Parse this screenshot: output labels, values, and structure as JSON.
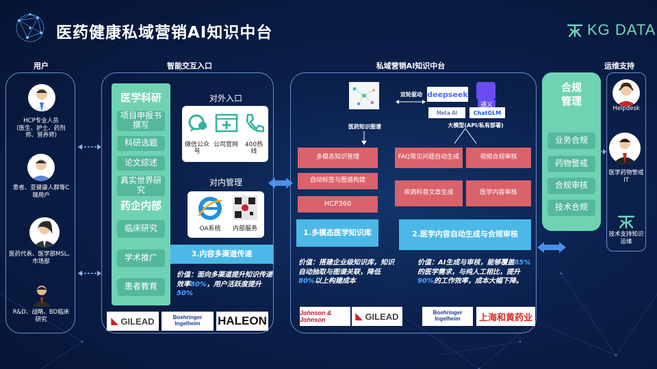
{
  "title": "医药健康私域营销AI知识中台",
  "logo": {
    "text": "KG DATA"
  },
  "sections": {
    "users": "用户",
    "interaction": "智能交互入口",
    "platform": "私域营销AI知识中台",
    "ops": "运维支持"
  },
  "users": [
    {
      "label": "HCP专业人员\n(医生、护士、药剂师、营养师)"
    },
    {
      "label": "患者、亚健康人群等C端用户"
    },
    {
      "label": "医药代表、医学部MSL、市场部"
    },
    {
      "label": "R&D、战略、BD临床研究"
    }
  ],
  "research": {
    "head": "医学科研",
    "items": [
      "项目申报书撰写",
      "科研选题",
      "论文综述",
      "真实世界研究"
    ]
  },
  "pharma": {
    "head": "药企内部",
    "items": [
      "临床研究",
      "学术推广",
      "患者教育"
    ]
  },
  "external": {
    "title": "对外入口",
    "items": [
      "微信公众号",
      "公司官网",
      "400热线"
    ]
  },
  "internal": {
    "title": "对内管理",
    "items": [
      "OA系统",
      "内部服务"
    ]
  },
  "channel_box": "3.内容多渠道传递",
  "channel_value": {
    "pre": "价值：面向多渠道提升知识传递效率",
    "pct1": "80%",
    "mid": "，用户活跃度提升",
    "pct2": "50%"
  },
  "left_brands": [
    "GILEAD",
    "Boehringer Ingelheim",
    "HALEON"
  ],
  "kg": {
    "label": "医药知识图谱",
    "drive": "双轮驱动",
    "models": [
      "deepseek",
      "通义",
      "Meta AI",
      "ChatGLM"
    ],
    "model_label": "大模型(API/私有部署)"
  },
  "red_left": [
    "多模态知识管理",
    "自动标签与图谱构建",
    "HCP360"
  ],
  "red_right": [
    "FAQ常见问题自动生成",
    "视频合规审核",
    "疾病科普文章生成",
    "医学内容审核"
  ],
  "blue1": "1.多模态医学知识库",
  "blue2": "2.医学内容自动生成与合规审核",
  "value1": {
    "pre": "价值：搭建企业级知识库，知识自动抽取与图谱关联，降低",
    "pct": "80%",
    "post": "以上构建成本"
  },
  "value2": {
    "pre": "价值：AI生成与审核，能够覆盖",
    "pct1": "85%",
    "mid": "的医学需求，与纯人工相比，提升",
    "pct2": "90%",
    "post": "的工作效率，成本大幅下降。"
  },
  "mid_brands": [
    "Johnson & Johnson",
    "GILEAD",
    "Boehringer Ingelheim",
    "上海和黄药业"
  ],
  "compliance": {
    "head": "合规管理",
    "items": [
      "业务合规",
      "药物警戒",
      "合规审核",
      "技术合规"
    ]
  },
  "ops": [
    {
      "label": "Helpdesk"
    },
    {
      "label": "医学药物警戒IT"
    },
    {
      "label": "技术支持知识运维"
    }
  ],
  "colors": {
    "background": "#0a1f4a",
    "green_panel": "#6fd3b3",
    "green_item": "#54b89a",
    "red_box": "#d9626b",
    "blue_box": "#4cb8e8",
    "highlight": "#4aa8ff"
  }
}
